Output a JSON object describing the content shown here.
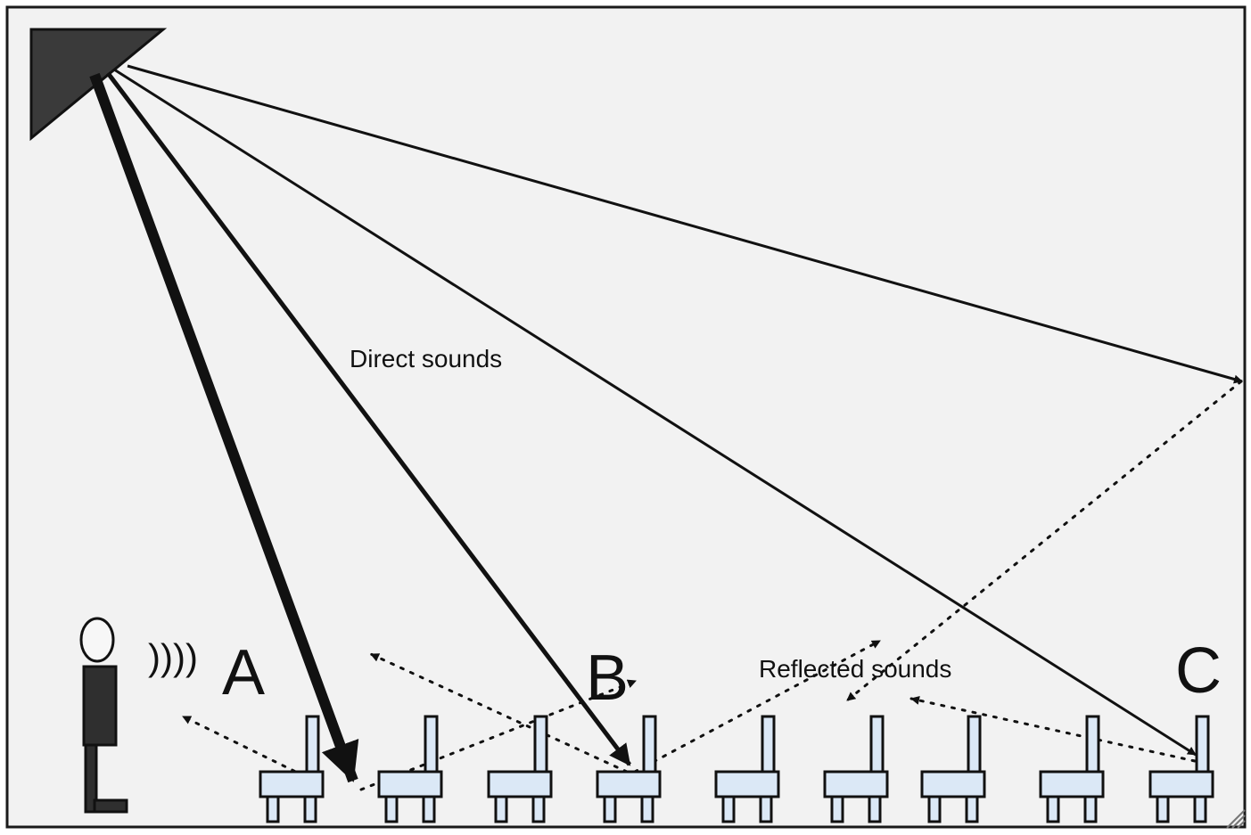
{
  "labels": {
    "direct": "Direct   sounds",
    "reflected": "Reflected sounds",
    "a": "A",
    "b": "B",
    "c": "C"
  },
  "decor": {
    "sound_waves": "))))"
  },
  "icons": {
    "speaker": "speaker-icon",
    "person": "person-icon",
    "chair": "chair-icon"
  },
  "colors": {
    "background": "#f2f2f2",
    "frame": "#1a1a1a",
    "speaker": "#3a3a3a",
    "chair_fill": "#dbe8f6",
    "line": "#111111"
  }
}
